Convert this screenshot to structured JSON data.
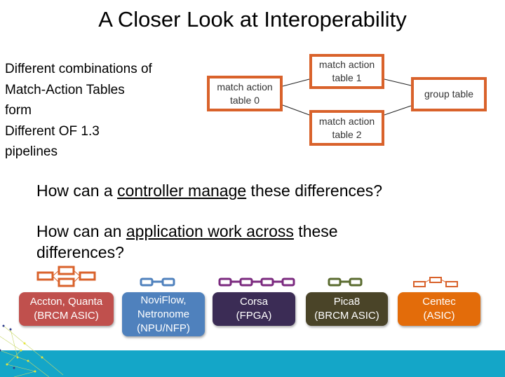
{
  "title": "A Closer Look at Interoperability",
  "left_text": [
    "Different combinations of",
    "Match-Action Tables",
    "form",
    "Different OF 1.3",
    "pipelines"
  ],
  "q1": {
    "pre": "How can a ",
    "u": "controller manage",
    "post": " these differences?"
  },
  "q2": {
    "pre": "How can an ",
    "u": "application work across",
    "post": " these",
    "line2": "differences?"
  },
  "diagram": {
    "t0": "match action\ntable 0",
    "t1": "match action\ntable 1",
    "t2": "match action\ntable 2",
    "g": "group table"
  },
  "vendors": [
    {
      "label": "Accton, Quanta\n(BRCM ASIC)",
      "color": "#c0504d"
    },
    {
      "label": "NoviFlow,\nNetronome\n(NPU/NFP)",
      "color": "#4f81bd"
    },
    {
      "label": "Corsa\n(FPGA)",
      "color": "#3b2c55"
    },
    {
      "label": "Pica8\n(BRCM ASIC)",
      "color": "#4a4428"
    },
    {
      "label": "Centec\n(ASIC)",
      "color": "#e36c0a"
    }
  ]
}
